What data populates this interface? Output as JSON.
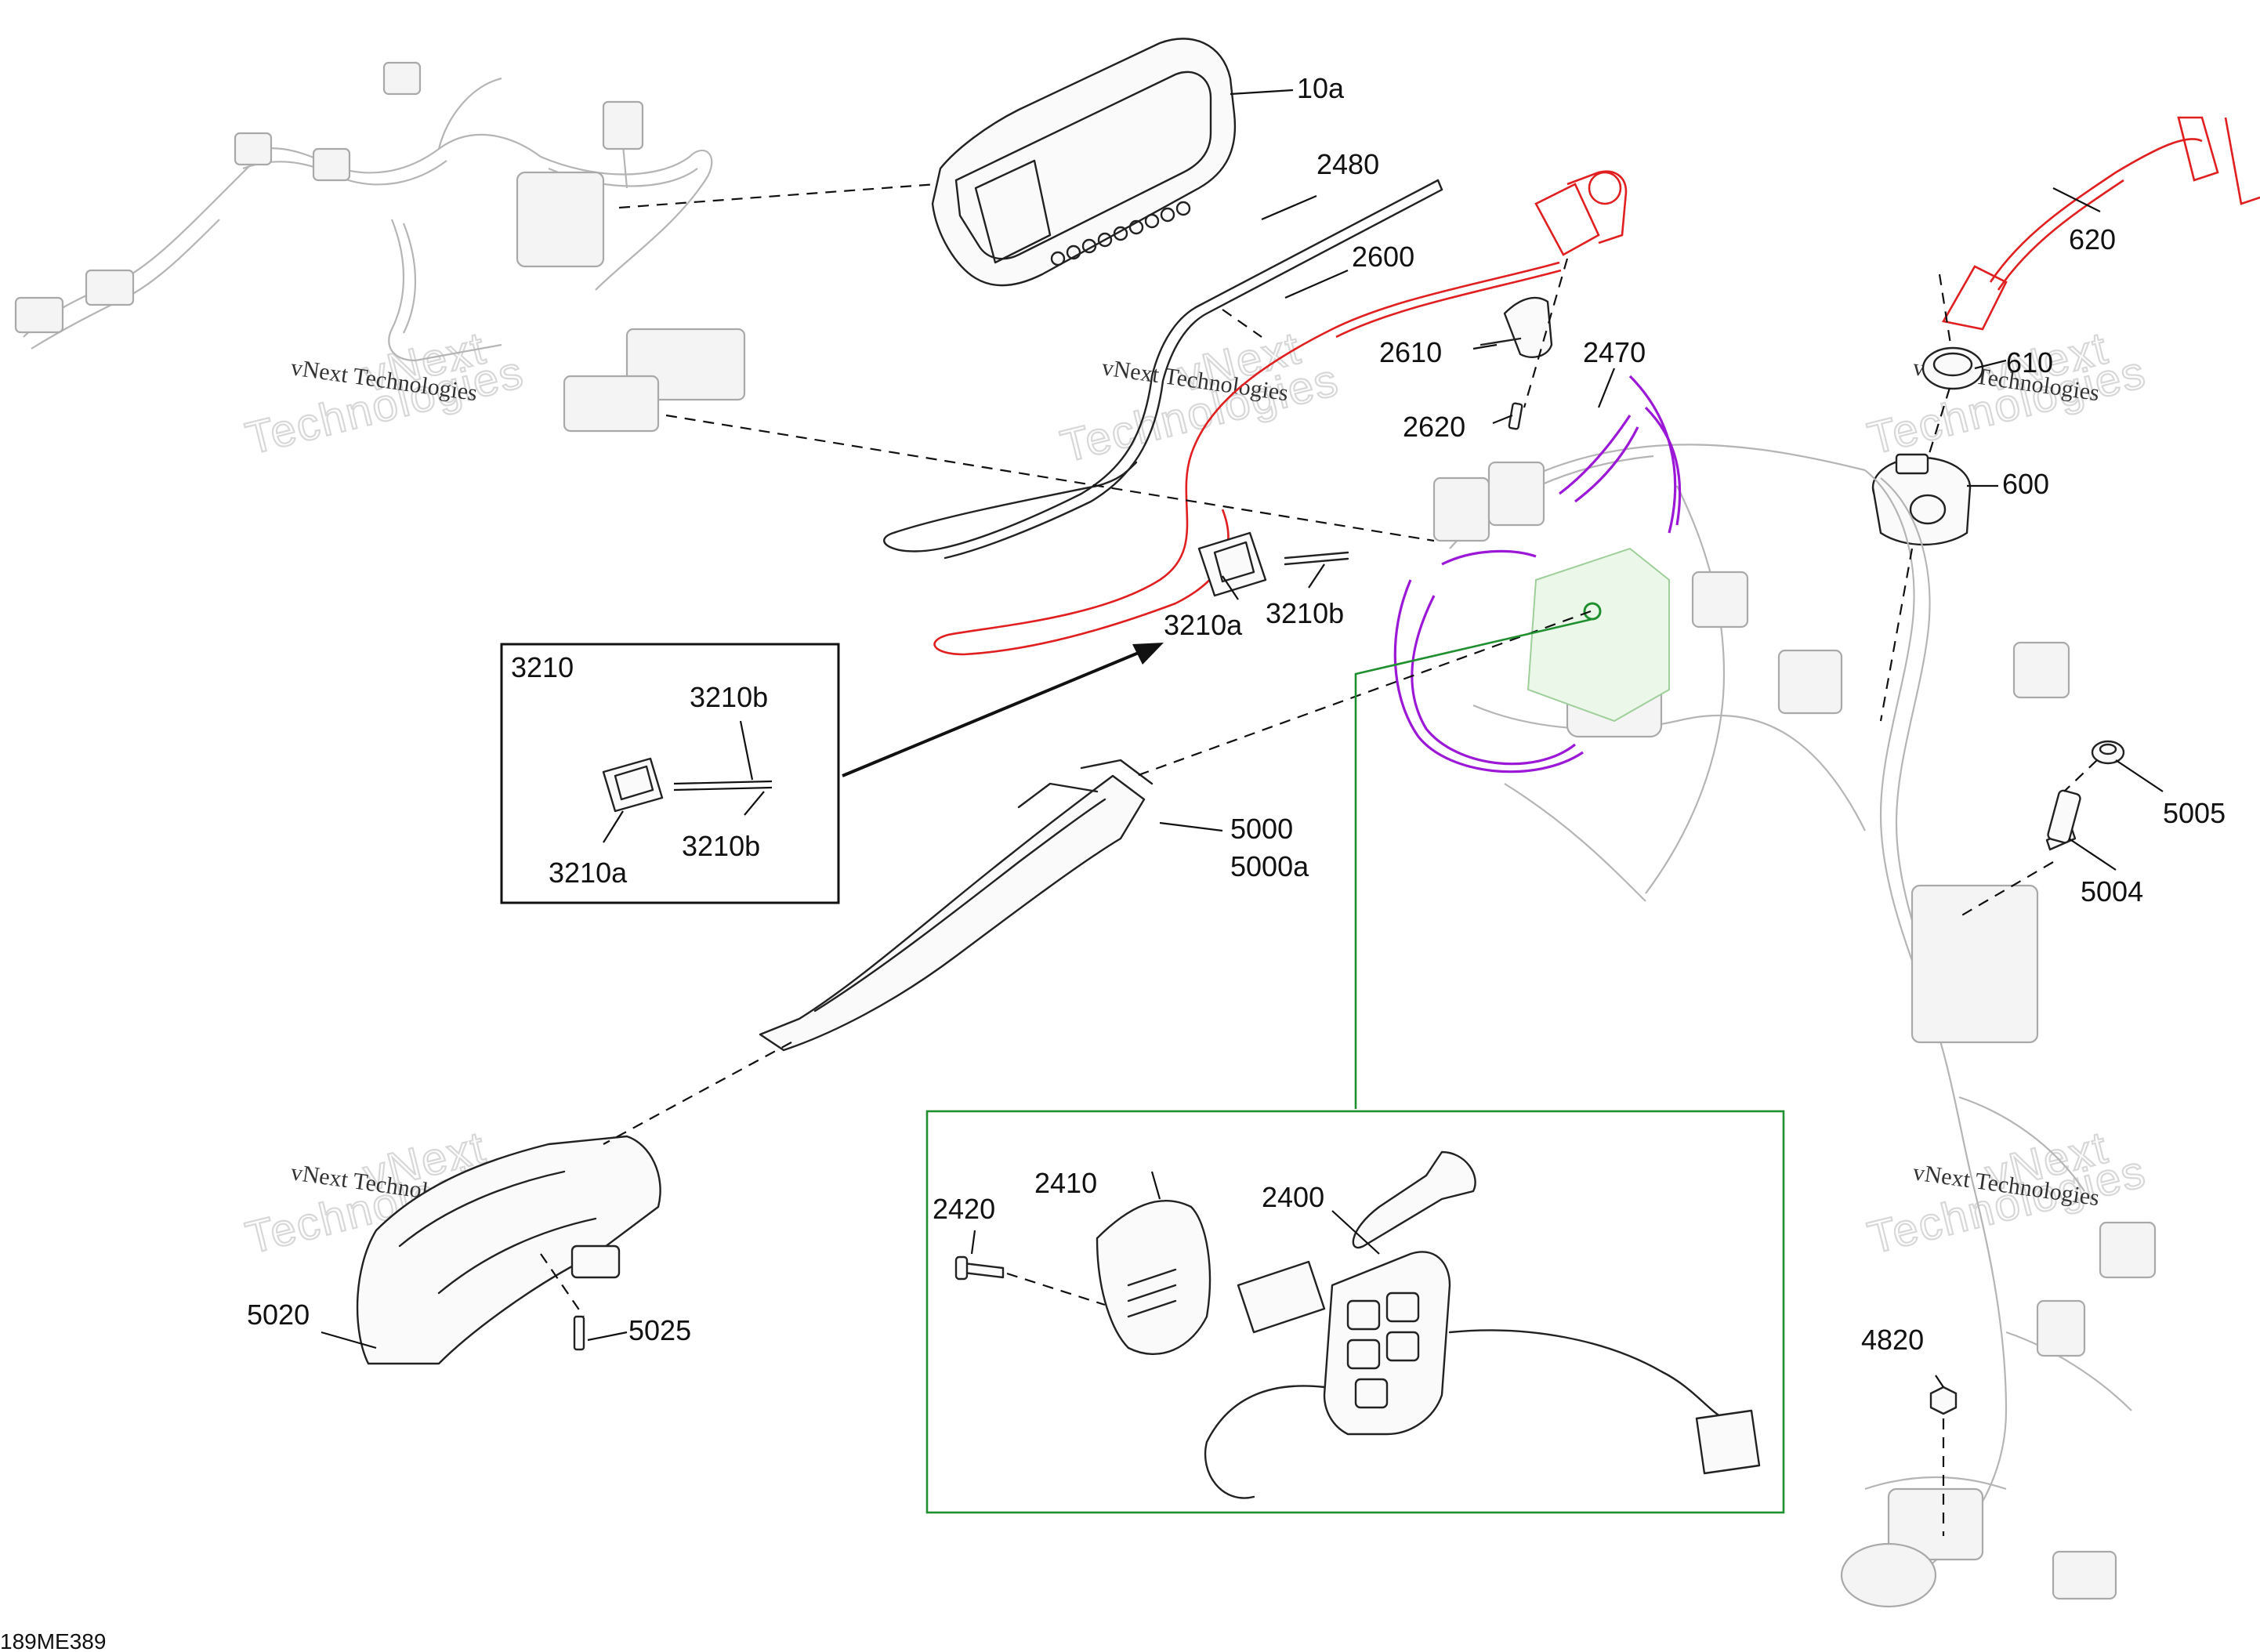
{
  "diagram_code": "189ME389",
  "watermark": {
    "line1": "vNext Technologies",
    "line2": "Technologies"
  },
  "labels": {
    "p10a": "10a",
    "p2480": "2480",
    "p2600": "2600",
    "p2610": "2610",
    "p2620": "2620",
    "p2470": "2470",
    "p620": "620",
    "p610": "610",
    "p600": "600",
    "p3210a": "3210a",
    "p3210b": "3210b",
    "p5005": "5005",
    "p5004": "5004",
    "p5000": "5000",
    "p5000a": "5000a",
    "p5020": "5020",
    "p5025": "5025",
    "p4820": "4820",
    "p2420": "2420",
    "p2410": "2410",
    "p2400": "2400"
  },
  "inset_3210": {
    "title": "3210",
    "label_b_top": "3210b",
    "label_b_bottom": "3210b",
    "label_a": "3210a"
  },
  "colors": {
    "ignition_key_and_lanyard": "#e02020",
    "harness_highlight": "#9b19d6",
    "switch_callout": "#1f8f2f",
    "background_harness": "#b5b5b5",
    "line_art": "#222222"
  }
}
